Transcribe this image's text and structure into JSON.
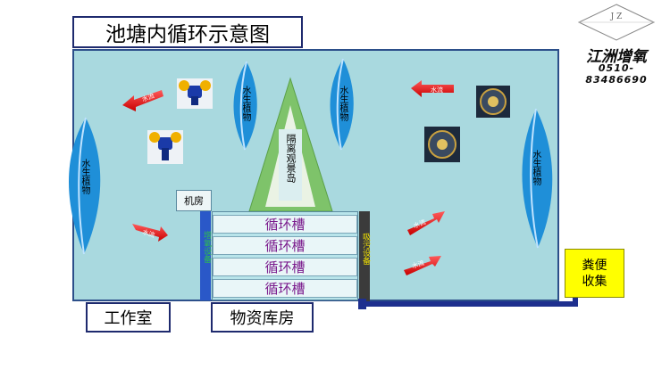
{
  "title": "池塘内循环示意图",
  "logo": {
    "monogram": "J Z",
    "company": "江洲增氧",
    "phone": "0510-83486690"
  },
  "plant_label": "水生植物",
  "island_label": "隔离观景岛",
  "machine_room": "机房",
  "tanks": [
    "循环槽",
    "循环槽",
    "循环槽",
    "循环槽"
  ],
  "left_equipment_label": "增氧设备",
  "right_equipment_label": "吸污设备",
  "flow_label": "水流",
  "manure": {
    "line1": "粪便",
    "line2": "收集"
  },
  "office": "工作室",
  "storage": "物资库房",
  "colors": {
    "pond": "#a9d9df",
    "plant": "#1f8fd8",
    "island": "#7ec36a",
    "arrow": "#e02020",
    "tank_text": "#7a1a8c",
    "manure": "#ffff00"
  }
}
